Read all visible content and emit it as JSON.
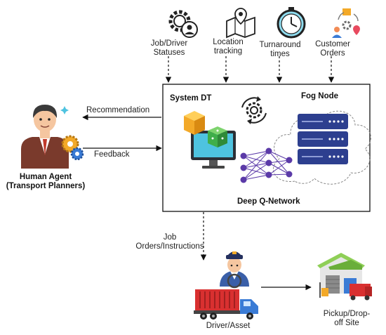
{
  "inputs": {
    "job_driver_statuses": [
      "Job/Driver",
      "Statuses"
    ],
    "location_tracking": [
      "Location",
      "tracking"
    ],
    "turnaround_times": [
      "Turnaround",
      "times"
    ],
    "customer_orders": [
      "Customer",
      "Orders"
    ]
  },
  "system": {
    "system_dt": "System DT",
    "fog_node": "Fog Node",
    "deep_q_network": "Deep Q-Network"
  },
  "arrows": {
    "recommendation": "Recommendation",
    "feedback": "Feedback",
    "job_orders": [
      "Job",
      "Orders/Instructions"
    ]
  },
  "human_agent": [
    "Human Agent",
    "(Transport Planners)"
  ],
  "driver_asset": "Driver/Asset",
  "pickup_site": [
    "Pickup/Drop-",
    "off Site"
  ],
  "icons": [
    "gear-user-icon",
    "map-location-icon",
    "clock-icon",
    "customer-orders-icon",
    "recycle-gear-icon",
    "cubes-monitor-icon",
    "server-rack-icon",
    "cloud-outline-icon",
    "neural-network-icon",
    "transport-planner-icon",
    "driver-icon",
    "container-truck-icon",
    "warehouse-icon"
  ],
  "colors": {
    "server_blue": "#2d3f8f",
    "truck_red": "#d93030",
    "cube_orange": "#f3a928",
    "cube_green": "#3fae49",
    "network_purple": "#5b3aa8",
    "warehouse_green": "#8fcf57"
  }
}
